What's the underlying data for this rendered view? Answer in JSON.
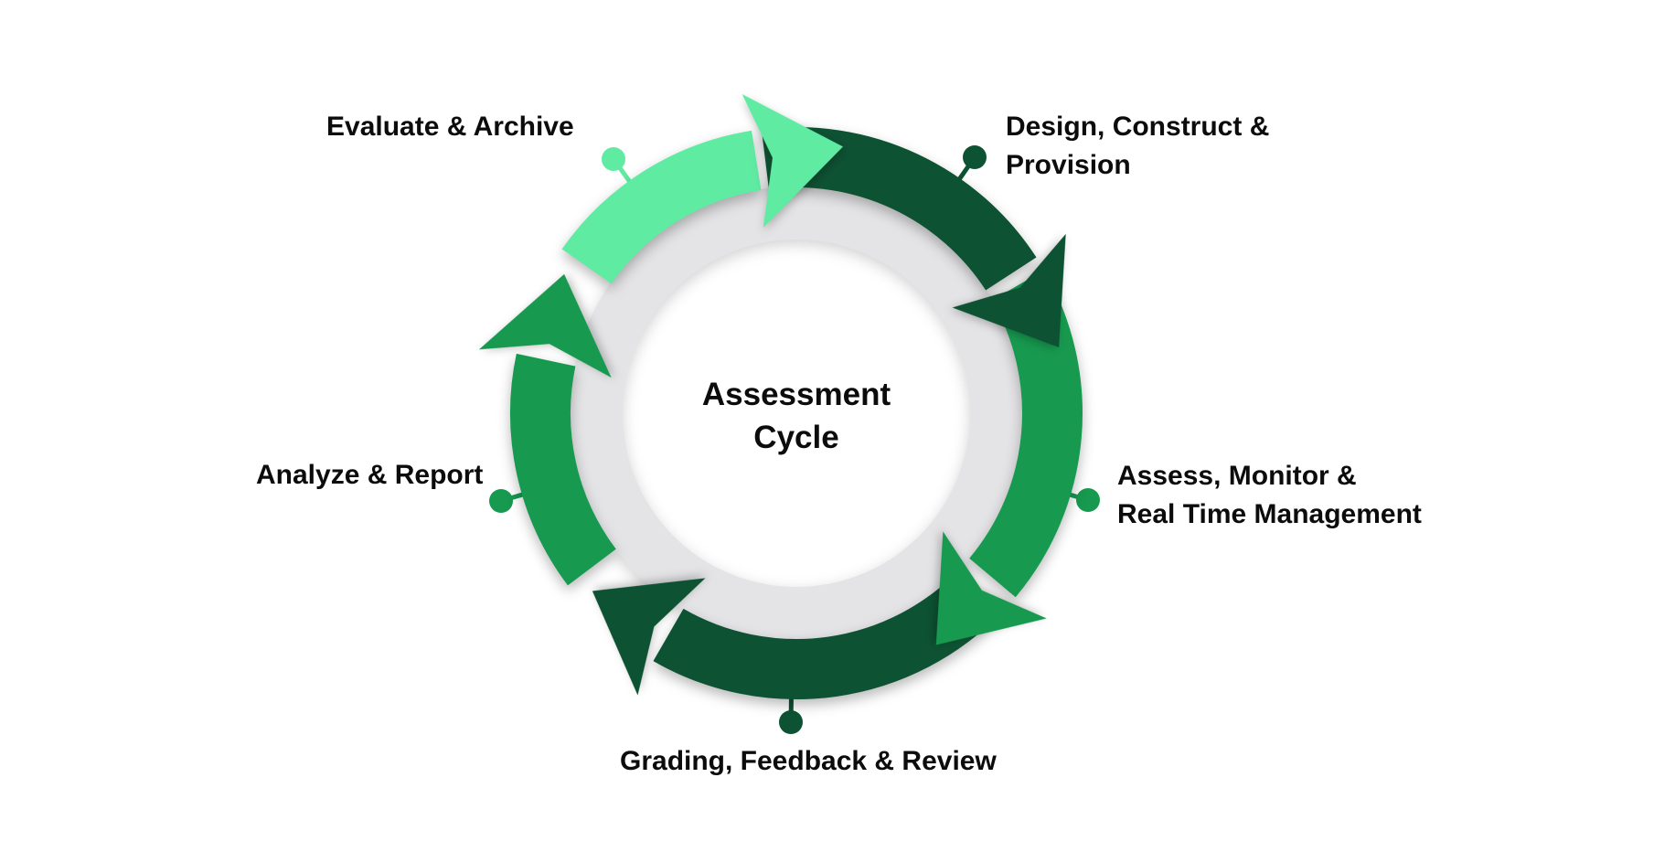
{
  "title": {
    "line1": "Assessment",
    "line2": "Cycle"
  },
  "colors": {
    "background": "#FFFFFF",
    "ring_gray": "#E4E4E6",
    "light_green": "#60EBA3",
    "medium_green": "#17994F",
    "dark_green": "#0D5232",
    "label_text": "#0C0C0C"
  },
  "segments": [
    {
      "name": "evaluate-archive",
      "color": "#60EBA3",
      "lines": [
        "Evaluate & Archive"
      ]
    },
    {
      "name": "design-construct-provision",
      "color": "#0D5232",
      "lines": [
        "Design, Construct &",
        "Provision"
      ]
    },
    {
      "name": "assess-monitor-realtime",
      "color": "#17994F",
      "lines": [
        "Assess, Monitor &",
        "Real Time Management"
      ]
    },
    {
      "name": "grading-feedback-review",
      "color": "#0D5232",
      "lines": [
        "Grading, Feedback & Review"
      ]
    },
    {
      "name": "analyze-report",
      "color": "#17994F",
      "lines": [
        "Analyze & Report"
      ]
    }
  ]
}
